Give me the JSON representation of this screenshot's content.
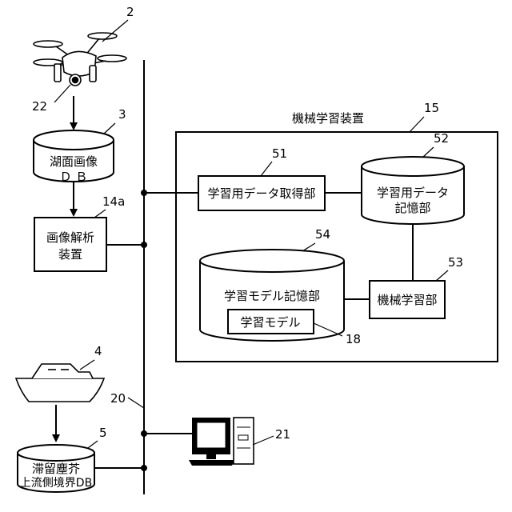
{
  "diagram": {
    "drone": {
      "ref": "2",
      "camera_ref": "22"
    },
    "lake_image_db": {
      "ref": "3",
      "line1": "湖面画像",
      "line2": "Ｄ Ｂ"
    },
    "image_analysis_device": {
      "ref": "14a",
      "line1": "画像解析",
      "line2": "装置"
    },
    "machine_learning_device": {
      "ref": "15",
      "title": "機械学習装置"
    },
    "learning_data_acquisition": {
      "ref": "51",
      "label": "学習用データ取得部"
    },
    "learning_data_storage": {
      "ref": "52",
      "line1": "学習用データ",
      "line2": "記憶部"
    },
    "learning_model_storage": {
      "ref": "54",
      "label": "学習モデル記憶部"
    },
    "learning_model": {
      "ref": "18",
      "label": "学習モデル"
    },
    "machine_learning_unit": {
      "ref": "53",
      "label": "機械学習部"
    },
    "boat": {
      "ref": "4"
    },
    "network_bus": {
      "ref": "20"
    },
    "debris_boundary_db": {
      "ref": "5",
      "line1": "滞留塵芥",
      "line2": "上流側境界DB"
    },
    "computer": {
      "ref": "21"
    }
  }
}
